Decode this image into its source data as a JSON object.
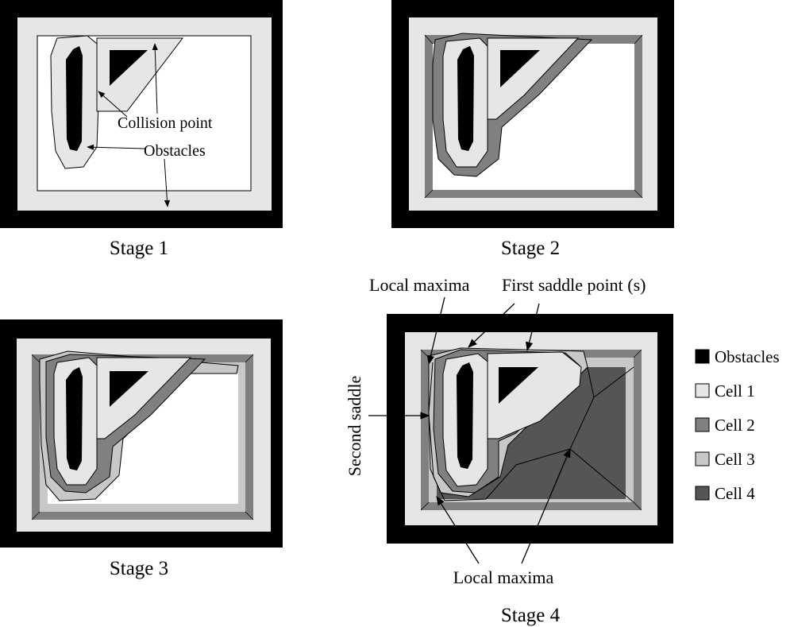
{
  "stages": [
    {
      "label": "Stage 1"
    },
    {
      "label": "Stage 2"
    },
    {
      "label": "Stage 3"
    },
    {
      "label": "Stage 4"
    }
  ],
  "annotations": {
    "collision_point": "Collision point",
    "obstacles": "Obstacles",
    "local_maxima_top": "Local maxima",
    "first_saddle": "First saddle point (s)",
    "second_saddle": "Second saddle",
    "local_maxima_bottom": "Local maxima"
  },
  "legend": [
    {
      "label": "Obstacles",
      "color": "#000000"
    },
    {
      "label": "Cell 1",
      "color": "#e6e6e6"
    },
    {
      "label": "Cell 2",
      "color": "#808080"
    },
    {
      "label": "Cell 3",
      "color": "#c8c8c8"
    },
    {
      "label": "Cell 4",
      "color": "#555555"
    }
  ],
  "colors": {
    "obstacle": "#000000",
    "cell1": "#e6e6e6",
    "cell2": "#808080",
    "cell3": "#c8c8c8",
    "cell4": "#555555",
    "background": "#ffffff"
  }
}
